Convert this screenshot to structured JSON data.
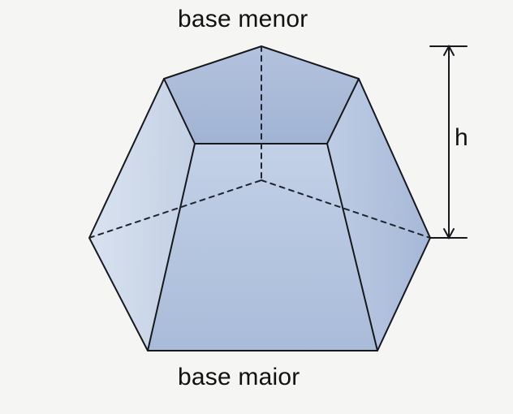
{
  "labels": {
    "top_base": "base  menor",
    "bottom_base": "base  maior",
    "height": "h"
  },
  "colors": {
    "background": "#f5f5f4",
    "outline": "#16181c",
    "hidden_edge": "#1d2430",
    "face_light": "#e2e8f1",
    "face_mid": "#c7d2e4",
    "face_dark": "#a8bad7",
    "top_face": "#b4c3dd",
    "back_face": "#dce5f1"
  }
}
